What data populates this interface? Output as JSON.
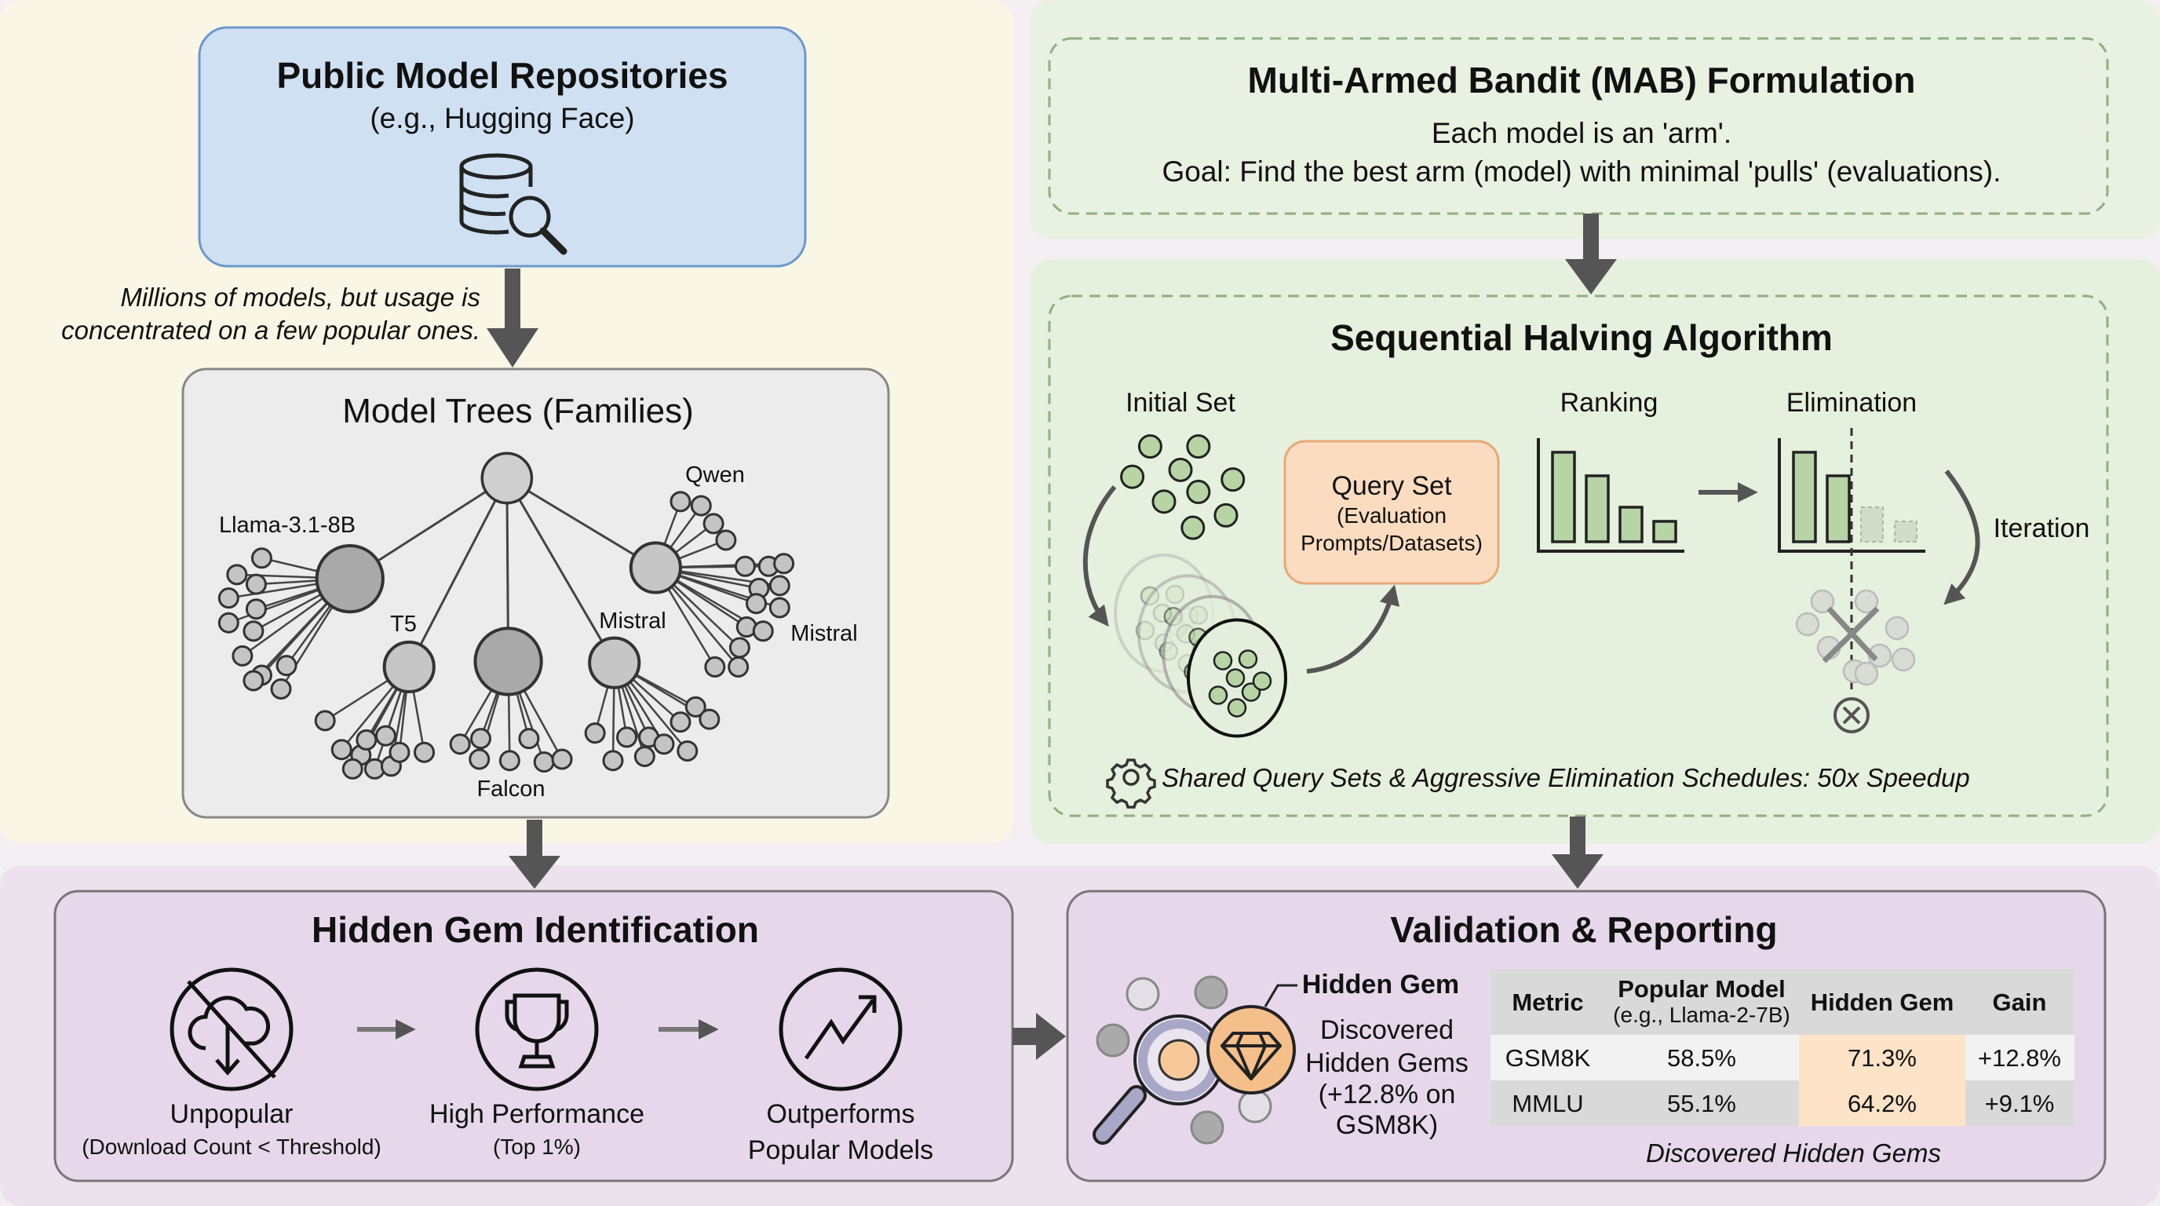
{
  "repositories": {
    "title": "Public Model Repositories",
    "subtitle": "(e.g., Hugging Face)",
    "icon": "database-search-icon",
    "note_line1": "Millions of models, but usage is",
    "note_line2": "concentrated on a few popular ones."
  },
  "model_trees": {
    "title": "Model Trees (Families)",
    "labels": {
      "llama": "Llama-3.1-8B",
      "t5": "T5",
      "falcon": "Falcon",
      "mistral_inner": "Mistral",
      "qwen": "Qwen",
      "mistral_outer": "Mistral"
    }
  },
  "mab": {
    "title": "Multi-Armed Bandit (MAB) Formulation",
    "line1": "Each model is an 'arm'.",
    "line2": "Goal: Find the best arm (model) with minimal 'pulls' (evaluations)."
  },
  "sequential_halving": {
    "title": "Sequential Halving Algorithm",
    "initial_set": "Initial Set",
    "query_set_title": "Query Set",
    "query_set_line1": "(Evaluation",
    "query_set_line2": "Prompts/Datasets)",
    "ranking": "Ranking",
    "elimination": "Elimination",
    "iteration": "Iteration",
    "footer": "Shared Query Sets & Aggressive Elimination Schedules: 50x Speedup",
    "footer_icon": "gear-icon",
    "green": "#b7d4a5"
  },
  "hidden_gem_identification": {
    "title": "Hidden Gem Identification",
    "steps": [
      {
        "icon": "no-download-cloud-icon",
        "label": "Unpopular",
        "sublabel": "(Download Count < Threshold)"
      },
      {
        "icon": "trophy-icon",
        "label": "High Performance",
        "sublabel": "(Top 1%)"
      },
      {
        "icon": "trending-up-icon",
        "label": "Outperforms",
        "sublabel": "Popular Models"
      }
    ]
  },
  "validation": {
    "title": "Validation & Reporting",
    "gem_label": "Hidden Gem",
    "desc_line1": "Discovered",
    "desc_line2": "Hidden Gems",
    "desc_line3": "(+12.8% on",
    "desc_line4": "GSM8K)",
    "table": {
      "headers": [
        "Metric",
        "Popular Model",
        "Hidden Gem",
        "Gain"
      ],
      "header_note": "(e.g., Llama-2-7B)",
      "rows": [
        [
          "GSM8K",
          "58.5%",
          "71.3%",
          "+12.8%"
        ],
        [
          "MMLU",
          "55.1%",
          "64.2%",
          "+9.1%"
        ]
      ]
    },
    "caption": "Discovered Hidden Gems",
    "accent": "#f5bf8c"
  }
}
